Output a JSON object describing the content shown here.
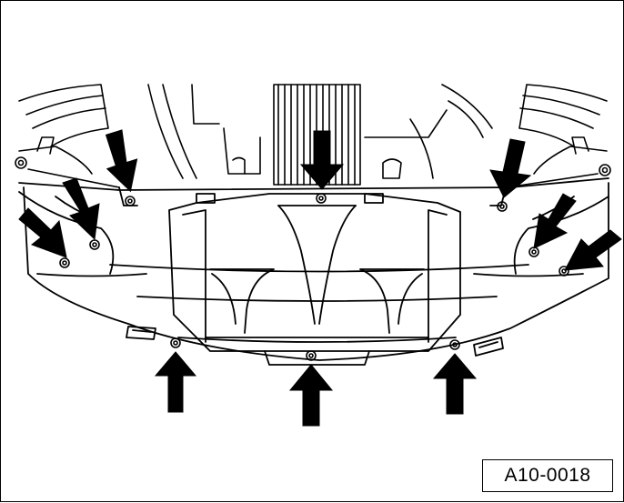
{
  "figure": {
    "id_label": "A10-0018",
    "line_color": "#000000",
    "background": "#ffffff"
  },
  "callouts": [
    {
      "name": "arrow-top-left-bolt",
      "direction": "down"
    },
    {
      "name": "arrow-top-center-bolt",
      "direction": "down"
    },
    {
      "name": "arrow-top-right-bolt",
      "direction": "down"
    },
    {
      "name": "arrow-left-side-bolt-upper",
      "direction": "down-right"
    },
    {
      "name": "arrow-left-side-bolt-lower",
      "direction": "down-right"
    },
    {
      "name": "arrow-right-side-bolt-upper",
      "direction": "down-left"
    },
    {
      "name": "arrow-right-side-bolt-lower",
      "direction": "down-left"
    },
    {
      "name": "arrow-bottom-left-bolt",
      "direction": "up"
    },
    {
      "name": "arrow-bottom-center-bolt",
      "direction": "up"
    },
    {
      "name": "arrow-bottom-right-bolt",
      "direction": "up"
    }
  ]
}
